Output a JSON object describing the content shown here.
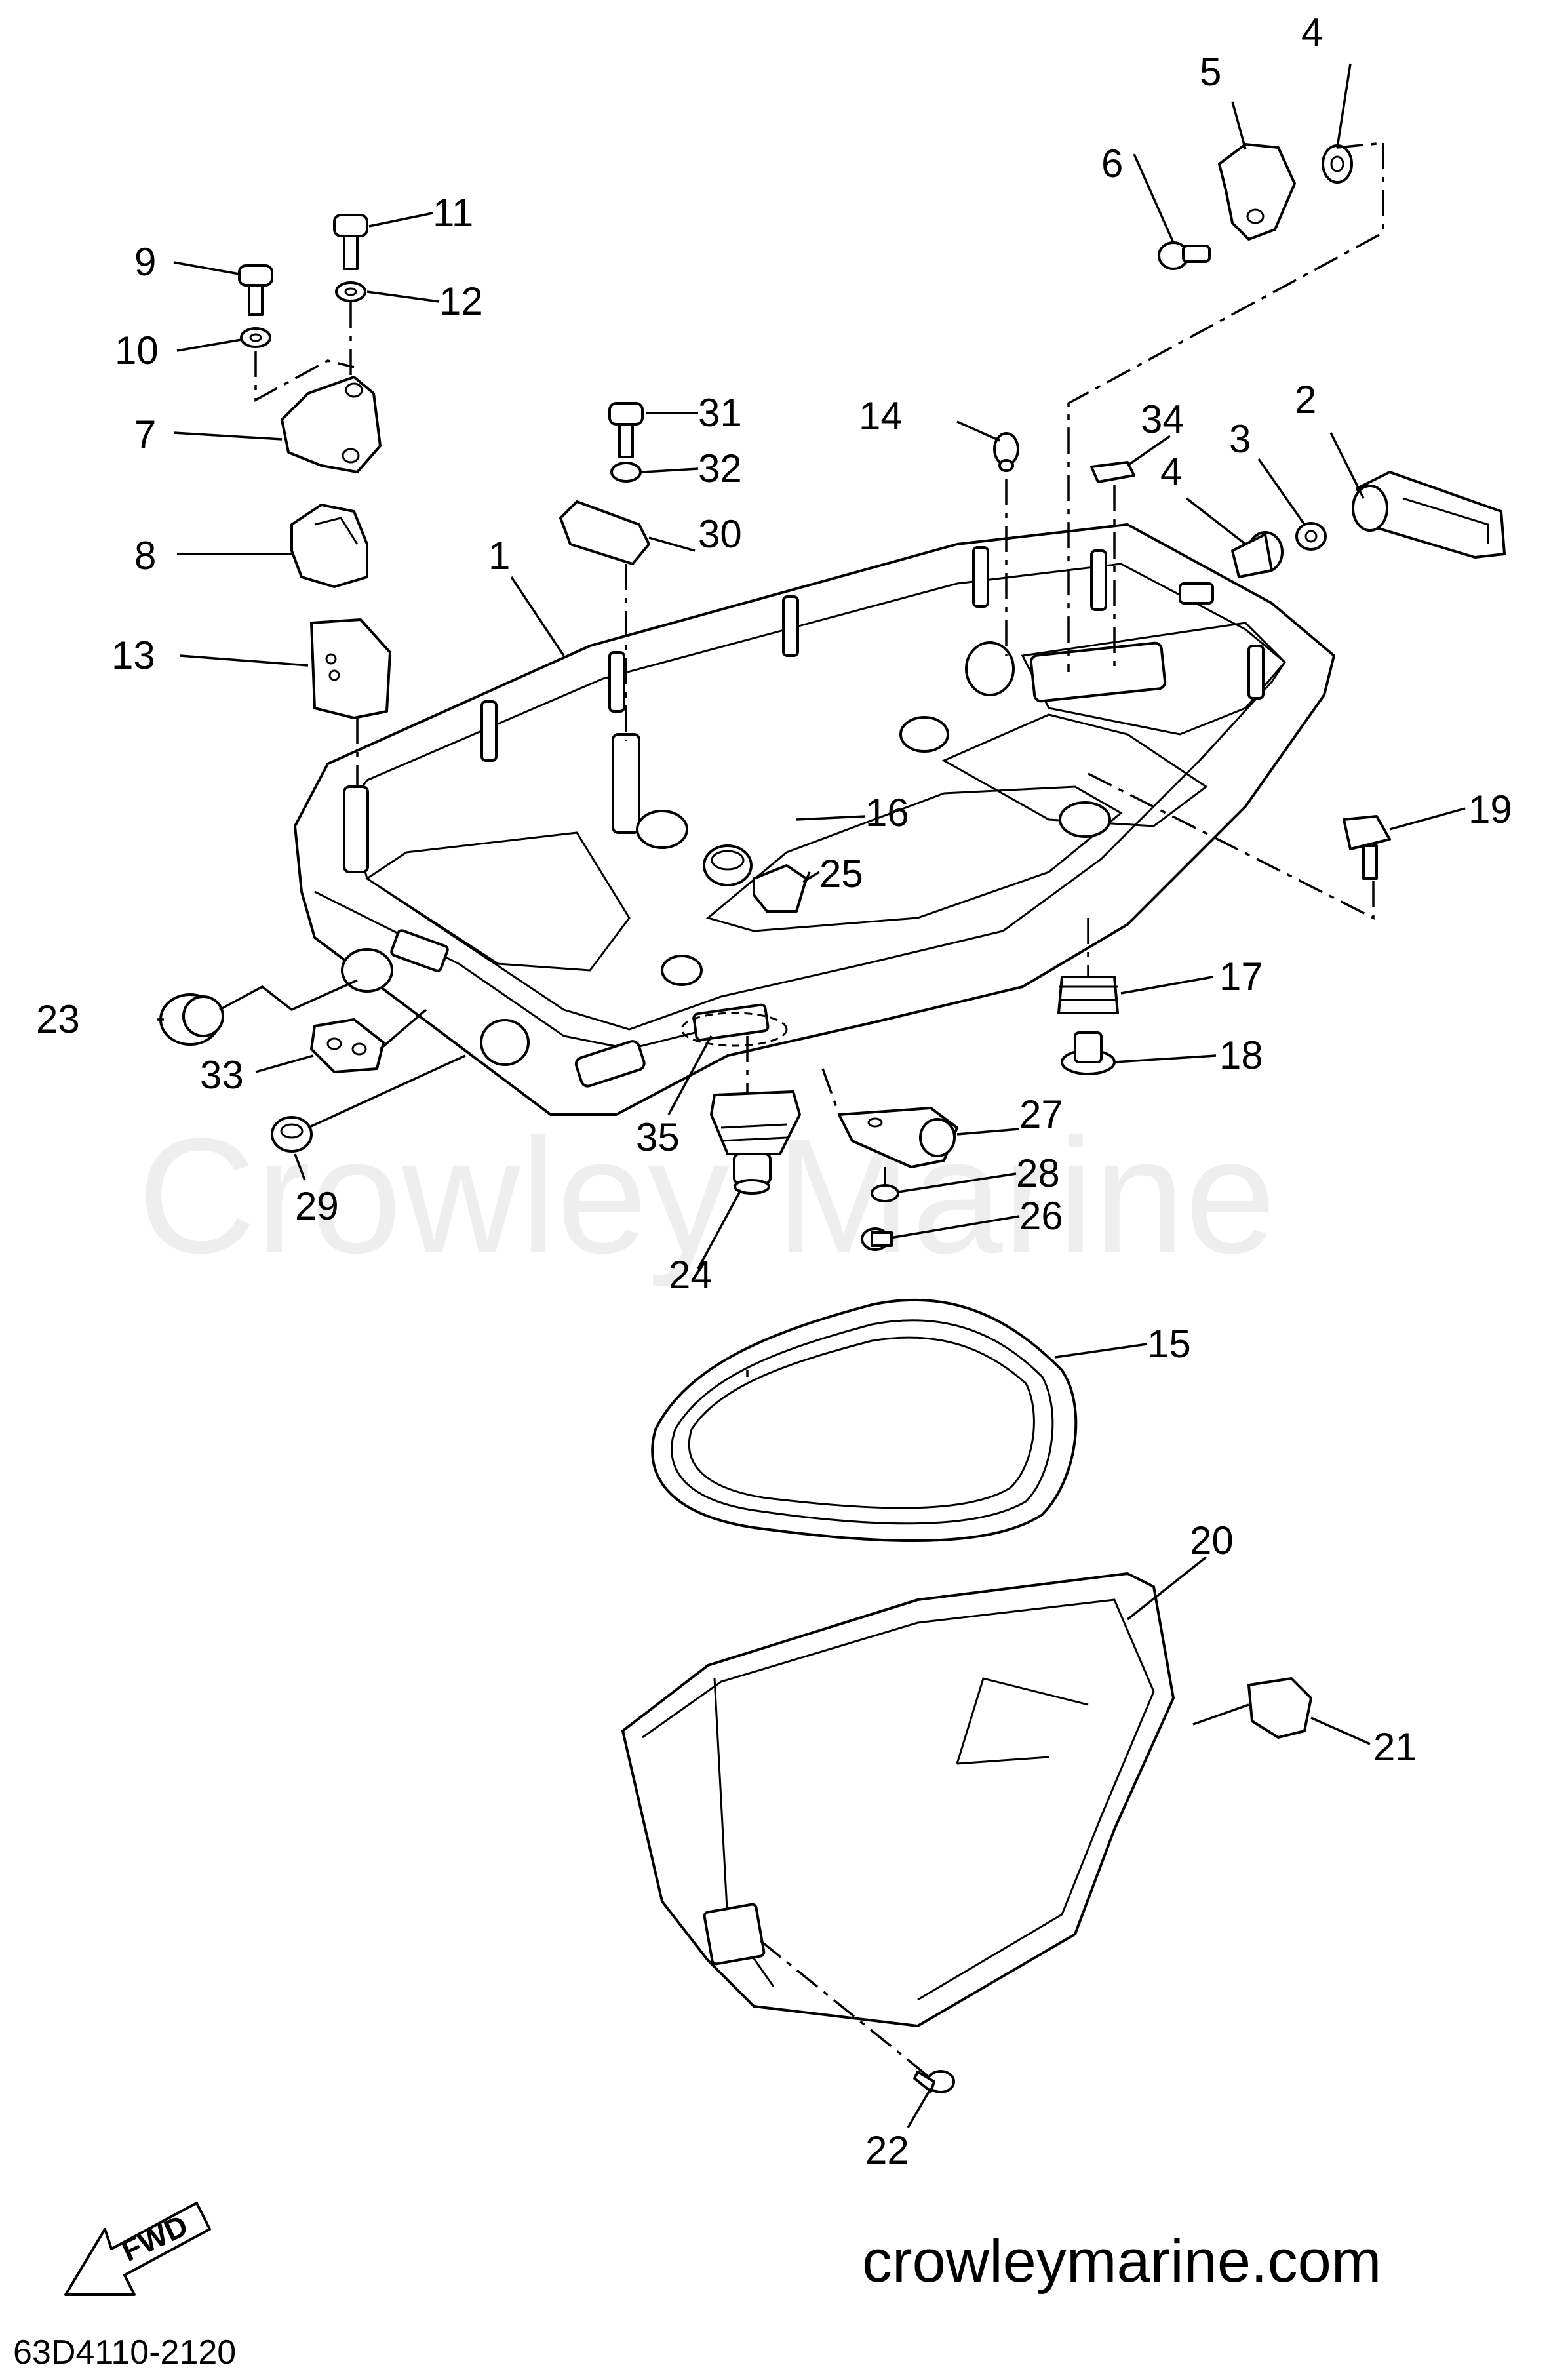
{
  "watermark": "Crowley Marine",
  "website": "crowleymarine.com",
  "diagram_code": "63D4110-2120",
  "fwd_label": "FWD",
  "callouts": {
    "c1": "1",
    "c2": "2",
    "c3": "3",
    "c4a": "4",
    "c4b": "4",
    "c5": "5",
    "c6": "6",
    "c7": "7",
    "c8": "8",
    "c9": "9",
    "c10": "10",
    "c11": "11",
    "c12": "12",
    "c13": "13",
    "c14": "14",
    "c15": "15",
    "c16": "16",
    "c17": "17",
    "c18": "18",
    "c19": "19",
    "c20": "20",
    "c21": "21",
    "c22": "22",
    "c23": "23",
    "c24": "24",
    "c25": "25",
    "c26": "26",
    "c27": "27",
    "c28": "28",
    "c29": "29",
    "c30": "30",
    "c31": "31",
    "c32": "32",
    "c33": "33",
    "c34": "34",
    "c35": "35"
  }
}
